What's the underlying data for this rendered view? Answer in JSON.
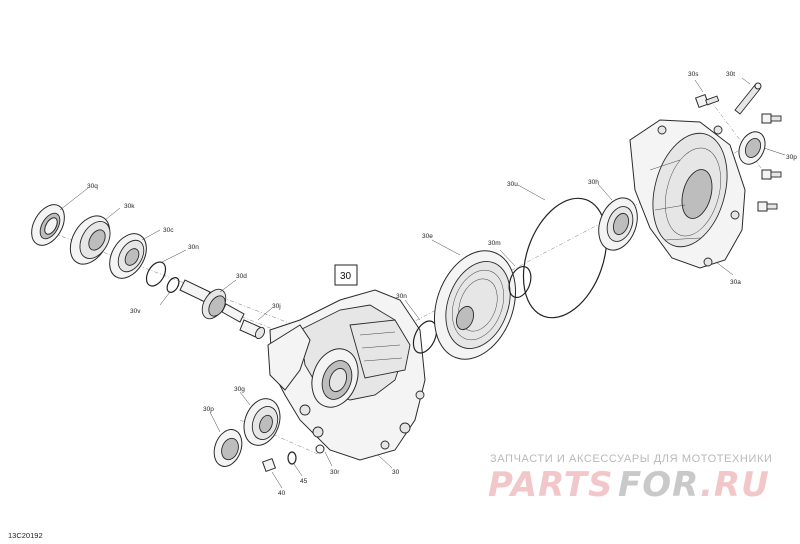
{
  "labels": {
    "l30s": "30s",
    "l30t": "30t",
    "l30p_r": "30p",
    "l30h": "30h",
    "l30u": "30u",
    "l30a": "30a",
    "l30e": "30e",
    "l30m": "30m",
    "l30q": "30q",
    "l30k": "30k",
    "l30c": "30c",
    "l30n": "30n",
    "l30d": "30d",
    "l30v": "30v",
    "l30j": "30j",
    "l30main": "30",
    "l30n2": "30n",
    "l30g": "30g",
    "l30p_l": "30p",
    "l40": "40",
    "l45": "45",
    "l30r": "30r",
    "l30b": "30"
  },
  "drawing_code": "13C20192",
  "watermark": {
    "line1": "ЗАПЧАСТИ И АКСЕССУАРЫ ДЛЯ МОТОТЕХНИКИ",
    "part1": "PARTS",
    "part2": "FOR",
    "part3": ".RU"
  }
}
